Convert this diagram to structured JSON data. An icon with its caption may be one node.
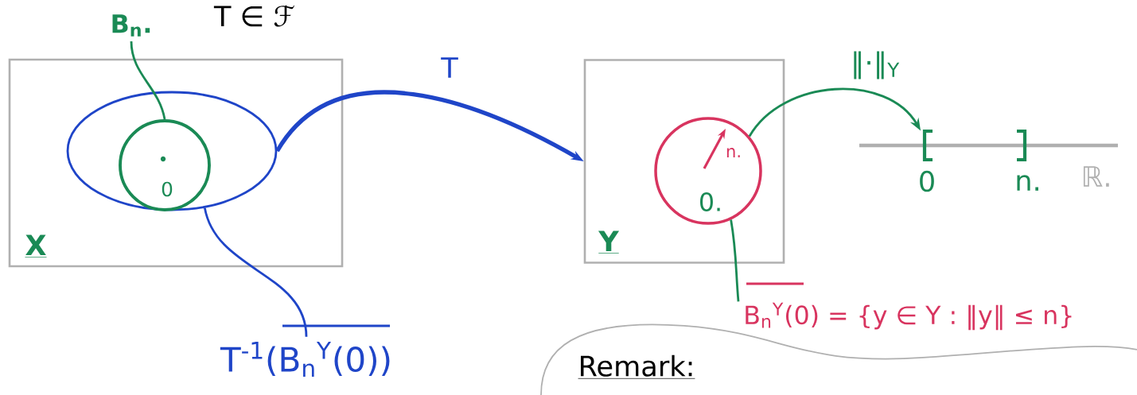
{
  "diagram": {
    "nodes": [
      {
        "text": [
          "X"
        ]
      },
      {
        "text": [],
        "shape": "cloud",
        "in": 0
      },
      {
        "text": [
          "0"
        ],
        "in": 1
      },
      {
        "text": [
          "B$_{n}$."
        ]
      },
      {
        "text": [
          "T$^{-1}$(B$_{n}$$^{Y}$(0))"
        ]
      },
      {
        "text": [
          "Y"
        ]
      },
      {
        "text": [
          "n.",
          "0."
        ],
        "in": 5
      },
      {
        "text": [
          "B$_{n}$$^{Y}$(0) = {y ∈ Y : ‖y‖ ≤ n}"
        ]
      },
      {
        "text": [],
        "shape": "bar",
        "beside": [
          "0",
          "n."
        ]
      },
      {
        "text": [
          "Remark:"
        ]
      }
    ],
    "edges": [
      {
        "from": 3,
        "to": 2,
        "arrow": "none",
        "color": "#1a8a55"
      },
      {
        "from": 4,
        "to": 1,
        "arrow": "none",
        "color": "#1f45c8"
      },
      {
        "from": 1,
        "to": 5,
        "arrow": "to",
        "label": "T",
        "style": "thick",
        "color": "#1f45c8"
      },
      {
        "from": 7,
        "to": 6,
        "arrow": "none",
        "color": "#1a8a55"
      },
      {
        "from": 6,
        "to": 8,
        "arrow": "to",
        "label": "‖·‖$_{Y}$",
        "color": "#1a8a55"
      }
    ],
    "labels": [
      "T ∈ ℱ",
      "ℝ."
    ]
  }
}
